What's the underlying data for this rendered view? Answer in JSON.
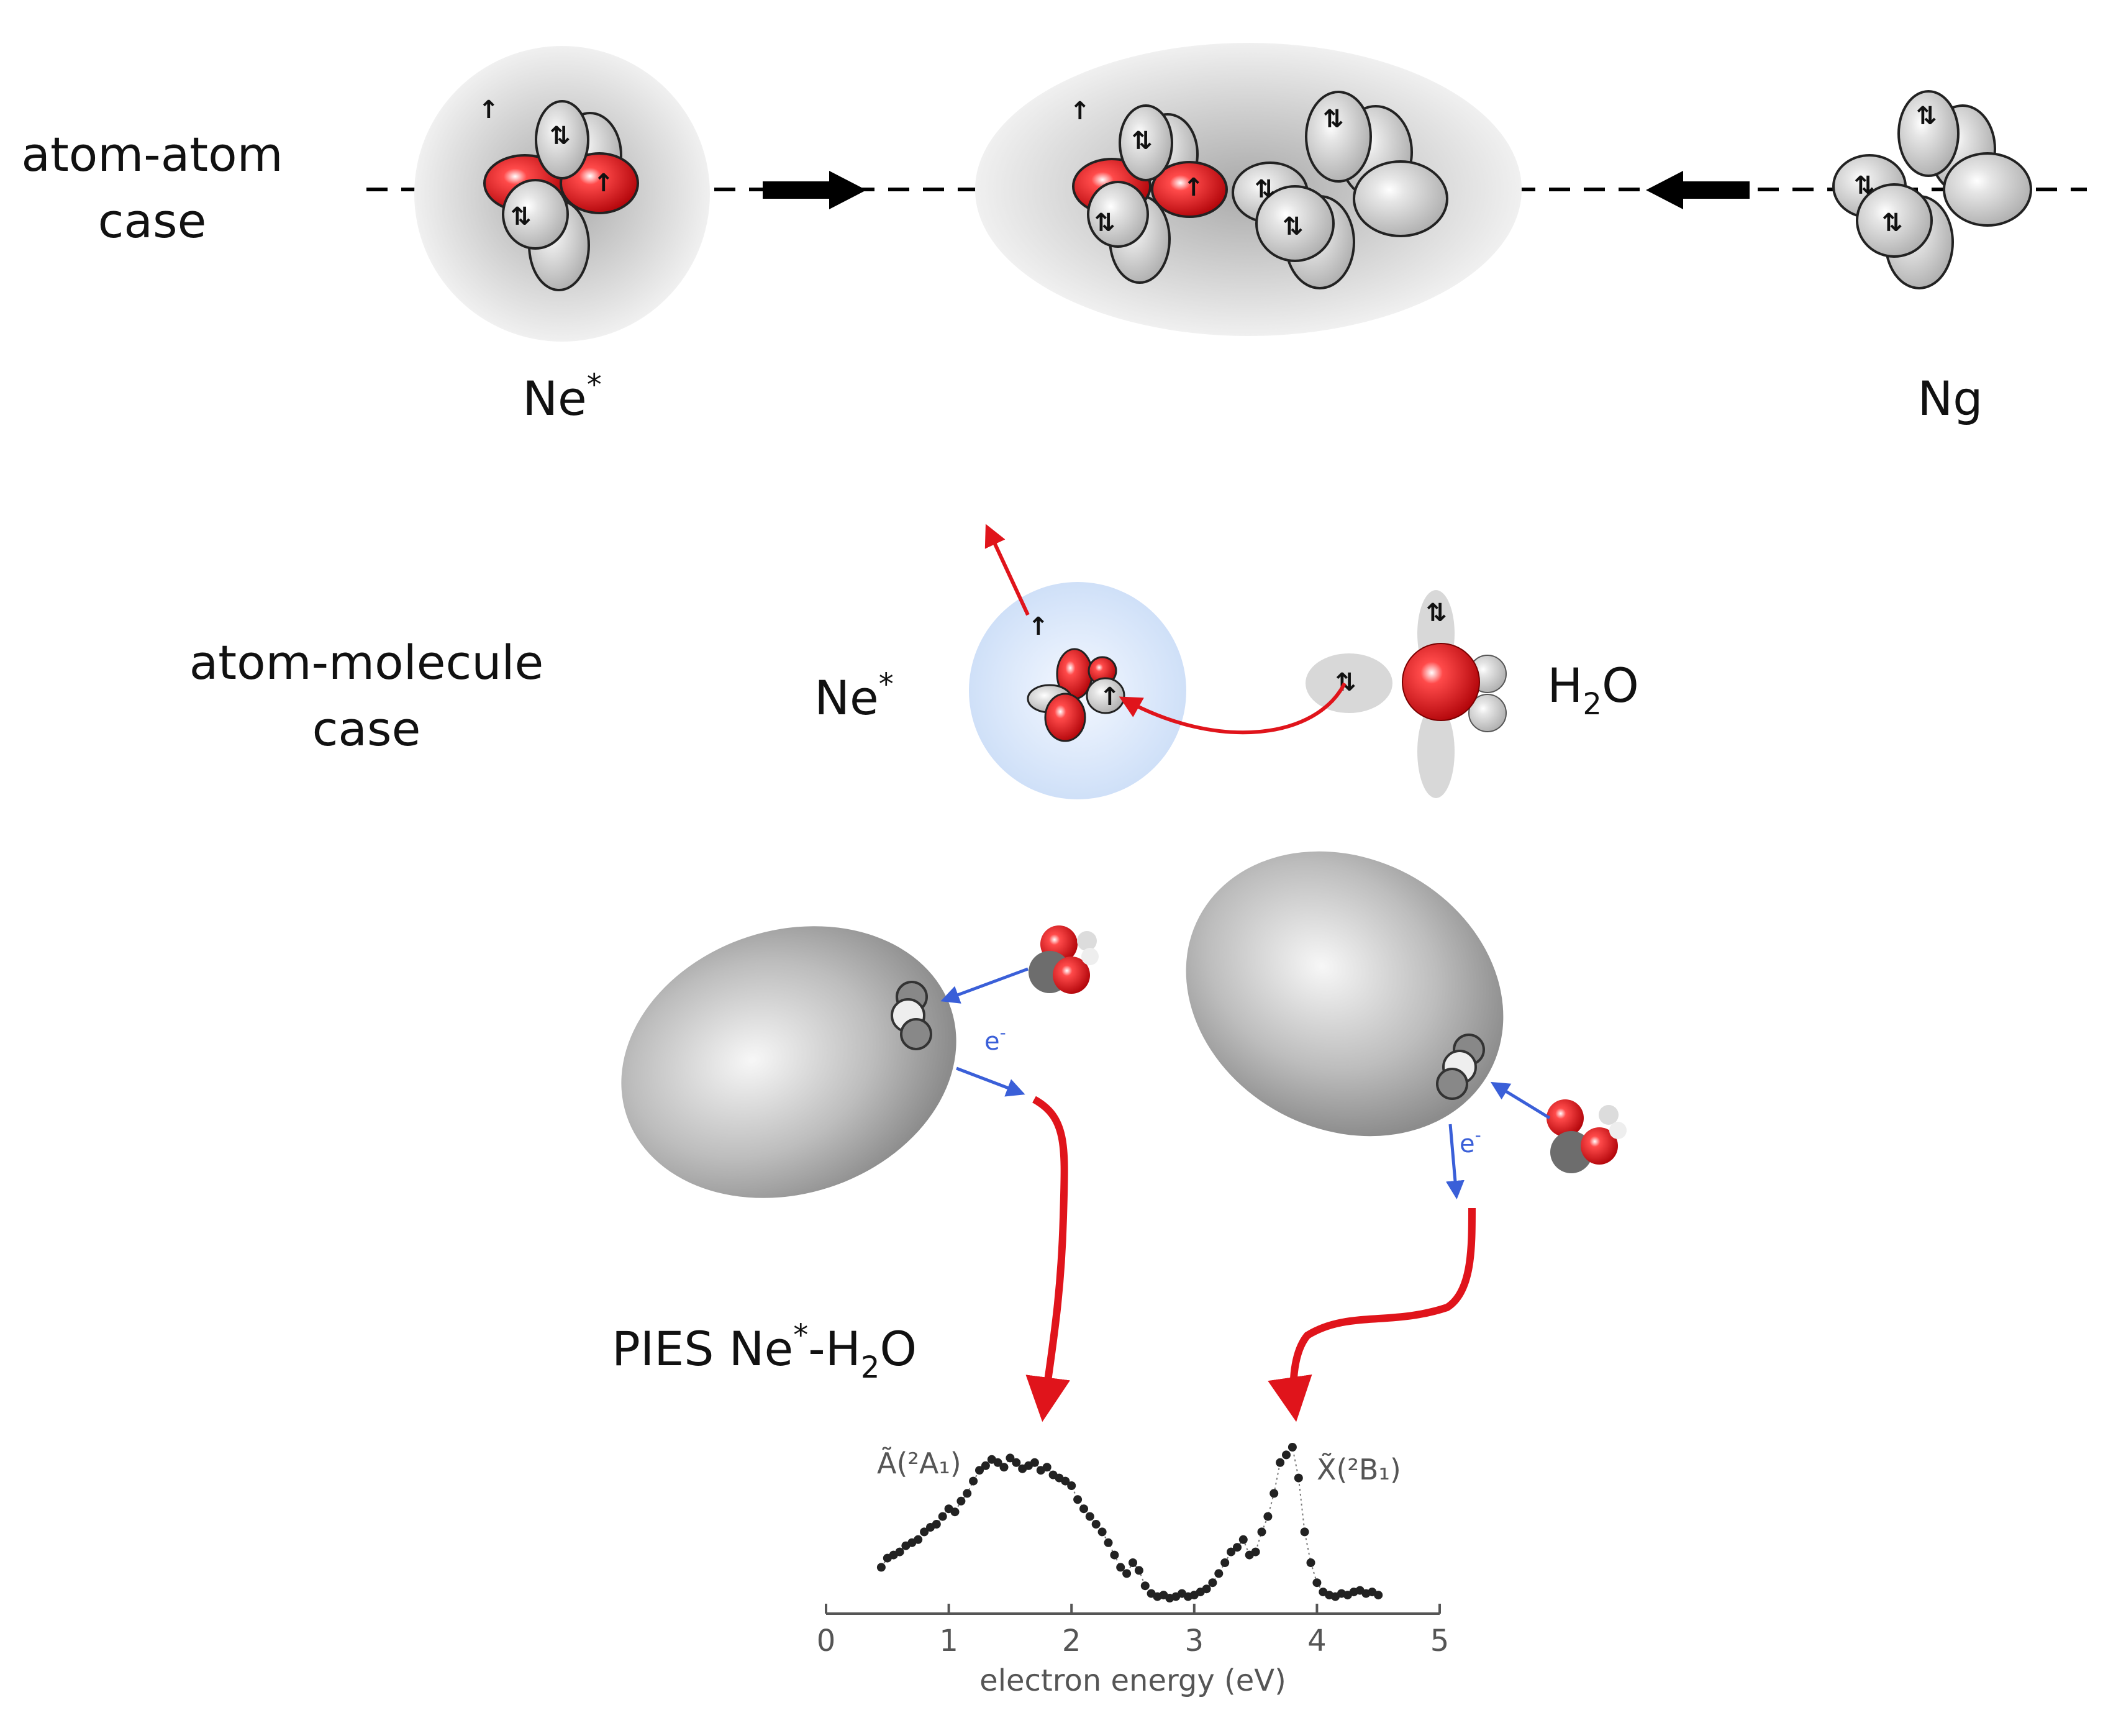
{
  "labels": {
    "atom_atom_line1": "atom-atom",
    "atom_atom_line2": "case",
    "ne_top": "Ne",
    "star": "*",
    "ng": "Ng",
    "atom_molecule_line1": "atom-molecule",
    "atom_molecule_line2": "case",
    "ne_mid": "Ne",
    "h2o_H": "H",
    "h2o_2": "2",
    "h2o_O": "O",
    "pies_prefix": "PIES Ne",
    "pies_dash_H": "-H",
    "pies_O": "O",
    "electron": "e",
    "electron_sup": "-",
    "peak_a": "Ã(²A₁)",
    "peak_x": "X̃(²B₁)"
  },
  "symbols": {
    "up": "↑",
    "updown": "⇅"
  },
  "colors": {
    "red_orbital": "#e0141b",
    "grey_orbital": "#d8d8d8",
    "blue_arrow": "#3a5fd8",
    "red_arrow": "#e0141b",
    "black_arrow": "#000000"
  },
  "chart_data": {
    "type": "scatter",
    "title": "",
    "xlabel": "electron energy (eV)",
    "ylabel": "",
    "xlim": [
      0,
      5
    ],
    "ylim": [
      0,
      1
    ],
    "xticks": [
      "0",
      "1",
      "2",
      "3",
      "4",
      "5"
    ],
    "grid": false,
    "series": [
      {
        "x": [
          0.45,
          0.5,
          0.55,
          0.6,
          0.65,
          0.7,
          0.75,
          0.8,
          0.85,
          0.9,
          0.95,
          1.0,
          1.05,
          1.1,
          1.15,
          1.2,
          1.25,
          1.3,
          1.35,
          1.4,
          1.45,
          1.5,
          1.55,
          1.6,
          1.65,
          1.7,
          1.75,
          1.8,
          1.85,
          1.9,
          1.95,
          2.0,
          2.05,
          2.1,
          2.15,
          2.2,
          2.25,
          2.3,
          2.35,
          2.4,
          2.45,
          2.5,
          2.55,
          2.6,
          2.65,
          2.7,
          2.75,
          2.8,
          2.85,
          2.9,
          2.95,
          3.0,
          3.05,
          3.1,
          3.15,
          3.2,
          3.25,
          3.3,
          3.35,
          3.4,
          3.45,
          3.5,
          3.55,
          3.6,
          3.65,
          3.7,
          3.75,
          3.8,
          3.85,
          3.9,
          3.95,
          4.0,
          4.05,
          4.1,
          4.15,
          4.2,
          4.25,
          4.3,
          4.35,
          4.4,
          4.45,
          4.5
        ],
        "y": [
          0.22,
          0.28,
          0.3,
          0.32,
          0.36,
          0.38,
          0.4,
          0.45,
          0.48,
          0.5,
          0.55,
          0.6,
          0.58,
          0.65,
          0.7,
          0.78,
          0.85,
          0.88,
          0.92,
          0.9,
          0.87,
          0.93,
          0.9,
          0.86,
          0.88,
          0.9,
          0.85,
          0.87,
          0.82,
          0.8,
          0.78,
          0.75,
          0.66,
          0.6,
          0.55,
          0.5,
          0.45,
          0.38,
          0.3,
          0.22,
          0.18,
          0.25,
          0.2,
          0.1,
          0.05,
          0.03,
          0.04,
          0.02,
          0.03,
          0.05,
          0.03,
          0.04,
          0.06,
          0.08,
          0.12,
          0.18,
          0.25,
          0.32,
          0.35,
          0.4,
          0.3,
          0.32,
          0.45,
          0.55,
          0.7,
          0.9,
          0.95,
          1.0,
          0.8,
          0.45,
          0.25,
          0.12,
          0.06,
          0.04,
          0.03,
          0.05,
          0.04,
          0.06,
          0.07,
          0.05,
          0.06,
          0.04
        ]
      }
    ]
  }
}
